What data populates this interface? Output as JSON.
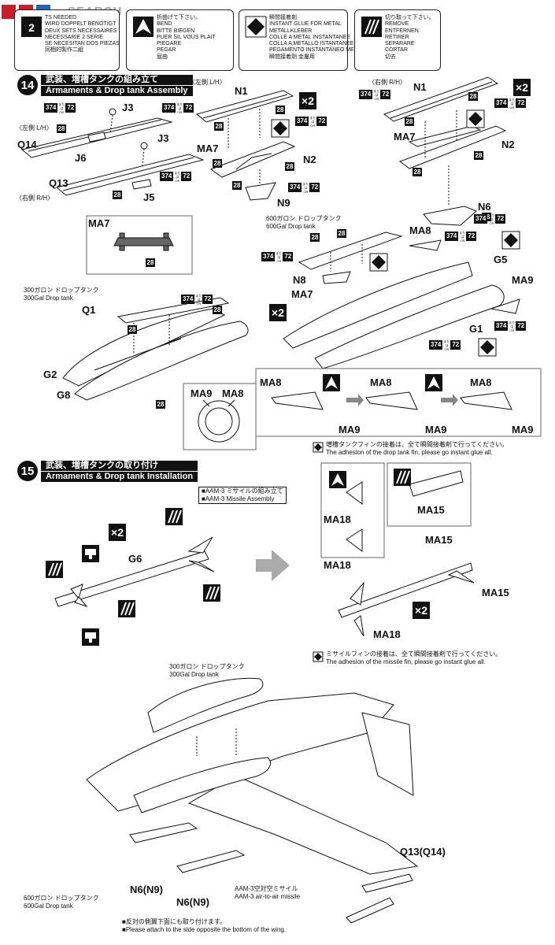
{
  "watermark": "SEARCH",
  "legend": [
    {
      "id": "twosets",
      "lines": [
        "TS NEEDED",
        "WIRD DOPPELT BENÖTIGT",
        "DEUX SETS NECESSAIRES",
        "NECESSARIE 2 SERIE",
        "SE NECESITAN DOS PIEZAS",
        "同梱的製作二組"
      ]
    },
    {
      "id": "bend",
      "lines": [
        "折曲げて下さい。",
        "BEND",
        "BITTE BIEGEN",
        "PUER SIL VOUS PLAIT",
        "PIEGARE",
        "PEGAR",
        "屈曲"
      ]
    },
    {
      "id": "glue",
      "lines": [
        "瞬間接着剤",
        "INSTANT GLUE FOR METAL",
        "METALLKLEBER",
        "COLLE A METAL INSTANTANEE",
        "COLLA A METALLO ISTANTANEE",
        "PEGAMENTO INSTANTANEO METAL",
        "瞬間接着劑 金屬用"
      ]
    },
    {
      "id": "remove",
      "lines": [
        "切り取って下さい。",
        "REMOVE",
        "ENTFERNEN",
        "RETIRER",
        "SEPARARE",
        "CORTAR",
        "切去"
      ]
    }
  ],
  "step14": {
    "number": "14",
    "title_jp": "武装、増槽タンクの組み立て",
    "title_en": "Armaments & Drop tank Assembly",
    "side_lh": "〈左側 L/H〉",
    "side_rh": "〈右側 R/H〉",
    "paint_a": "374",
    "paint_or": "または OR",
    "paint_b": "72",
    "color_num": "28",
    "times": "×2",
    "parts": {
      "n1": "N1",
      "j3": "J3",
      "q14": "Q14",
      "j6": "J6",
      "q13": "Q13",
      "j5": "J5",
      "ma7": "MA7",
      "n2": "N2",
      "n9": "N9",
      "n6": "N6",
      "n8": "N8",
      "ma8": "MA8",
      "g5": "G5",
      "ma9": "MA9",
      "g1": "G1",
      "q1": "Q1",
      "g2": "G2",
      "g8": "G8"
    },
    "tank600_jp": "600ガロン ドロップタンク",
    "tank600_en": "600Gal Drop tank",
    "tank300_jp": "300ガロン ドロップタンク",
    "tank300_en": "300Gal Drop tank",
    "fin_note_jp": "増槽タンクフィンの接着は、全て瞬間接着剤で行ってください。",
    "fin_note_en": "The adhesion of the drop tank fin, please go instant glue all."
  },
  "step15": {
    "number": "15",
    "title_jp": "武装、増槽タンクの取り付け",
    "title_en": "Armaments & Drop tank  Installation",
    "aam_jp": "■AAM-3 ミサイルの組み立て",
    "aam_en": "■AAM-3 Missile Assembly",
    "times": "×2",
    "parts": {
      "g6": "G6",
      "ma18": "MA18",
      "ma15": "MA15",
      "q13q14": "Q13(Q14)",
      "n6n9": "N6(N9)"
    },
    "missile_note_jp": "ミサイルフィンの接着は、全て瞬間接着剤で行ってください。",
    "missile_note_en": "The adhesion of the missile fin, please go instant glue all.",
    "tank300_jp": "300ガロン ドロップタンク",
    "tank300_en": "300Gal Drop tank",
    "tank600_jp": "600ガロン ドロップタンク",
    "tank600_en": "600Gal Drop tank",
    "aam_install_jp": "AAM-3空対空ミサイル",
    "aam_install_en": "AAM-3 air-to-air missile",
    "wing_note_jp": "■反対の側翼下面にも取り付けます。",
    "wing_note_en": "■Please attach to the side opposite the bottom of the wing."
  }
}
